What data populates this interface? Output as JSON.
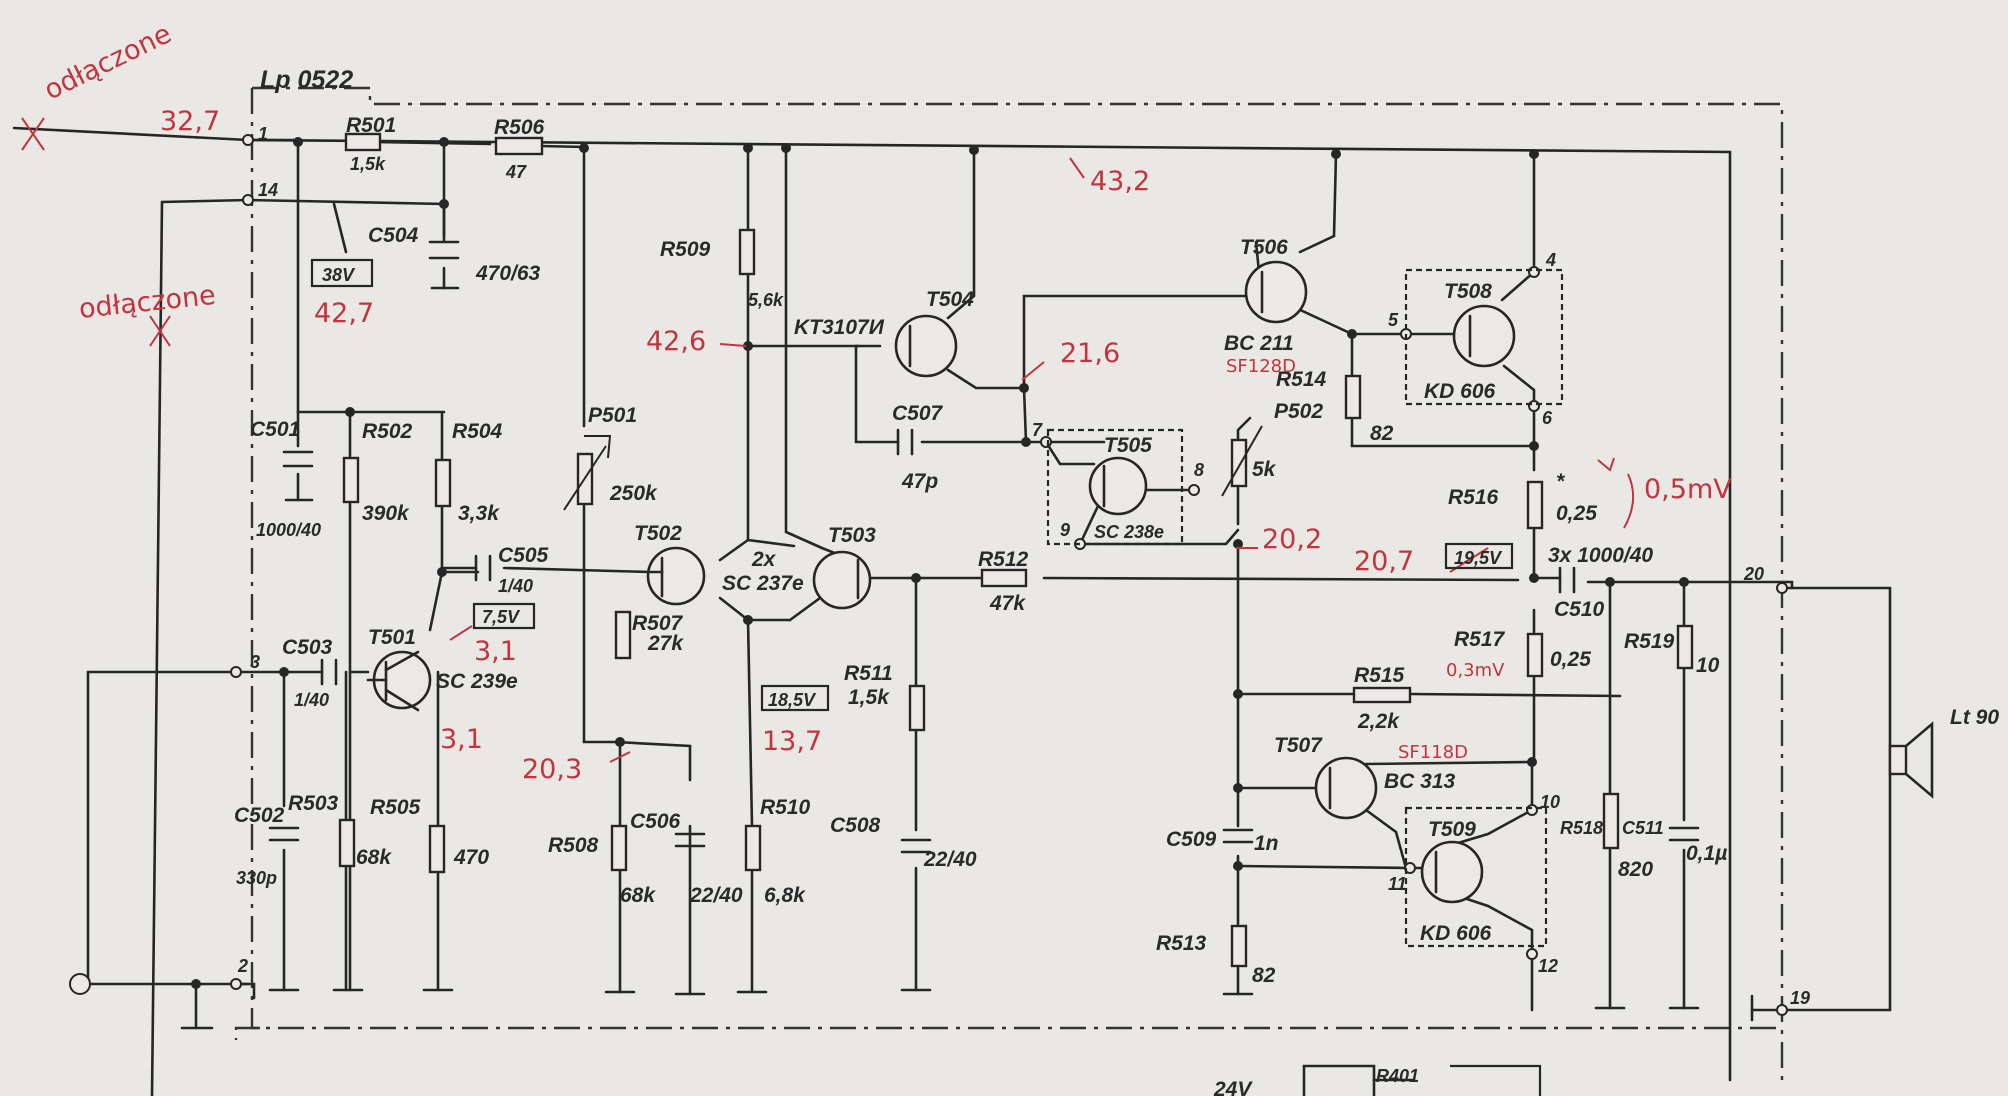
{
  "board": {
    "title": "Lp 0522"
  },
  "notes": {
    "top_left": "odłączone",
    "mid_left": "odłączone",
    "top_rail": "43,2",
    "input": "32,7",
    "node_38v": "42,7",
    "r509_node": "42,6",
    "t505_top": "21,6",
    "t505_bottom": "20,2",
    "out_node": "20,7",
    "t501_base": "3,1",
    "t501_emitter": "3,1",
    "p501_node": "20,3",
    "r510_node": "13,7",
    "r516_drop": "0,5mV",
    "r517_drop": "0,3mV",
    "t506_alt": "SF128D",
    "t507_alt": "SF118D"
  },
  "voltage_boxes": {
    "v38": "38V",
    "v75": "7,5V",
    "v185": "18,5V",
    "v195": "19,5V"
  },
  "components": {
    "R501": {
      "ref": "R501",
      "value": "1,5k"
    },
    "R506": {
      "ref": "R506",
      "value": "47"
    },
    "C504": {
      "ref": "C504",
      "value": "470/63"
    },
    "R509": {
      "ref": "R509",
      "value": "5,6k"
    },
    "T504": {
      "ref": "T504",
      "type": "KT3107И"
    },
    "C507": {
      "ref": "C507",
      "value": "47p"
    },
    "T506": {
      "ref": "T506",
      "type": "BC 211"
    },
    "T508": {
      "ref": "T508",
      "type": "KD 606"
    },
    "R514": {
      "ref": "R514",
      "value": "82"
    },
    "P502": {
      "ref": "P502",
      "value": "5k"
    },
    "T505": {
      "ref": "T505",
      "type": "SC 238e"
    },
    "R516": {
      "ref": "R516",
      "value": "0,25"
    },
    "C501": {
      "ref": "C501",
      "value": "1000/40"
    },
    "R502": {
      "ref": "R502",
      "value": "390k"
    },
    "R504": {
      "ref": "R504",
      "value": "3,3k"
    },
    "P501": {
      "ref": "P501",
      "value": "250k"
    },
    "C505": {
      "ref": "C505",
      "value": "1/40"
    },
    "T502": {
      "ref": "T502"
    },
    "T503": {
      "ref": "T503"
    },
    "T502_503": {
      "type": "2x",
      "type2": "SC 237e"
    },
    "R512": {
      "ref": "R512",
      "value": "47k"
    },
    "C510": {
      "ref": "C510",
      "value": "3x 1000/40"
    },
    "C503": {
      "ref": "C503",
      "value": "1/40"
    },
    "T501": {
      "ref": "T501",
      "type": "SC 239e"
    },
    "R507": {
      "ref": "R507",
      "value": "27k"
    },
    "R511": {
      "ref": "R511",
      "value": "1,5k"
    },
    "R517": {
      "ref": "R517",
      "value": "0,25"
    },
    "R519": {
      "ref": "R519",
      "value": "10"
    },
    "R515": {
      "ref": "R515",
      "value": "2,2k"
    },
    "T507": {
      "ref": "T507",
      "type": "BC 313"
    },
    "T509": {
      "ref": "T509",
      "type": "KD 606"
    },
    "C502": {
      "ref": "C502",
      "value": "330p"
    },
    "R503": {
      "ref": "R503",
      "value": "68k"
    },
    "R505": {
      "ref": "R505",
      "value": "470"
    },
    "R508": {
      "ref": "R508",
      "value": "68k"
    },
    "C506": {
      "ref": "C506",
      "value": "22/40"
    },
    "R510": {
      "ref": "R510",
      "value": "6,8k"
    },
    "C508": {
      "ref": "C508",
      "value": "22/40"
    },
    "C509": {
      "ref": "C509",
      "value": "1n"
    },
    "R513": {
      "ref": "R513",
      "value": "82"
    },
    "R518": {
      "ref": "R518",
      "value": "820"
    },
    "C511": {
      "ref": "C511",
      "value": "0,1µ"
    },
    "R401": {
      "ref": "R401"
    },
    "Lt90": {
      "ref": "Lt 90"
    }
  },
  "pins": {
    "p1": "1",
    "p14": "14",
    "p3": "3",
    "p2": "2",
    "p20": "20",
    "p19": "19",
    "p4": "4",
    "p5": "5",
    "p6": "6",
    "p7": "7",
    "p8": "8",
    "p9": "9",
    "p10": "10",
    "p11": "11",
    "p12": "12"
  },
  "misc": {
    "star": "*",
    "supply": "24V"
  }
}
